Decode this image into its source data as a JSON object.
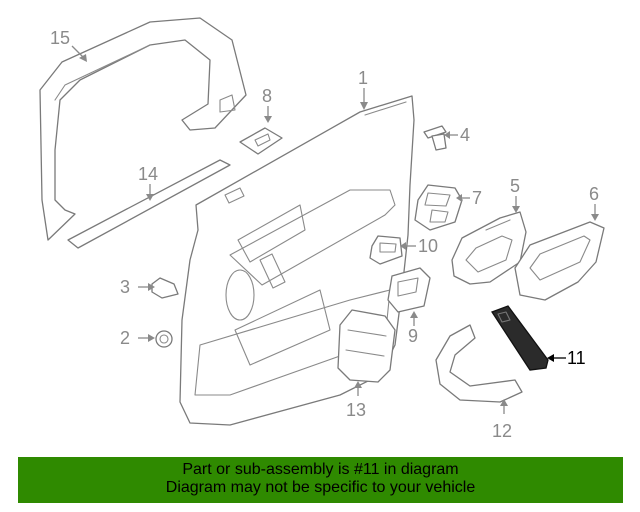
{
  "callouts": [
    {
      "id": "1",
      "label": "1"
    },
    {
      "id": "2",
      "label": "2"
    },
    {
      "id": "3",
      "label": "3"
    },
    {
      "id": "4",
      "label": "4"
    },
    {
      "id": "5",
      "label": "5"
    },
    {
      "id": "6",
      "label": "6"
    },
    {
      "id": "7",
      "label": "7"
    },
    {
      "id": "8",
      "label": "8"
    },
    {
      "id": "9",
      "label": "9"
    },
    {
      "id": "10",
      "label": "10"
    },
    {
      "id": "11",
      "label": "11"
    },
    {
      "id": "12",
      "label": "12"
    },
    {
      "id": "13",
      "label": "13"
    },
    {
      "id": "14",
      "label": "14"
    },
    {
      "id": "15",
      "label": "15"
    }
  ],
  "highlighted_part": "11",
  "colors": {
    "banner_background": "#2f8a00",
    "banner_text": "#000000",
    "line_art": "#8a8a8a",
    "highlight": "#000000"
  },
  "banner": {
    "line1": "Part or sub-assembly is #11 in diagram",
    "line2": "Diagram may not be specific to your vehicle"
  }
}
